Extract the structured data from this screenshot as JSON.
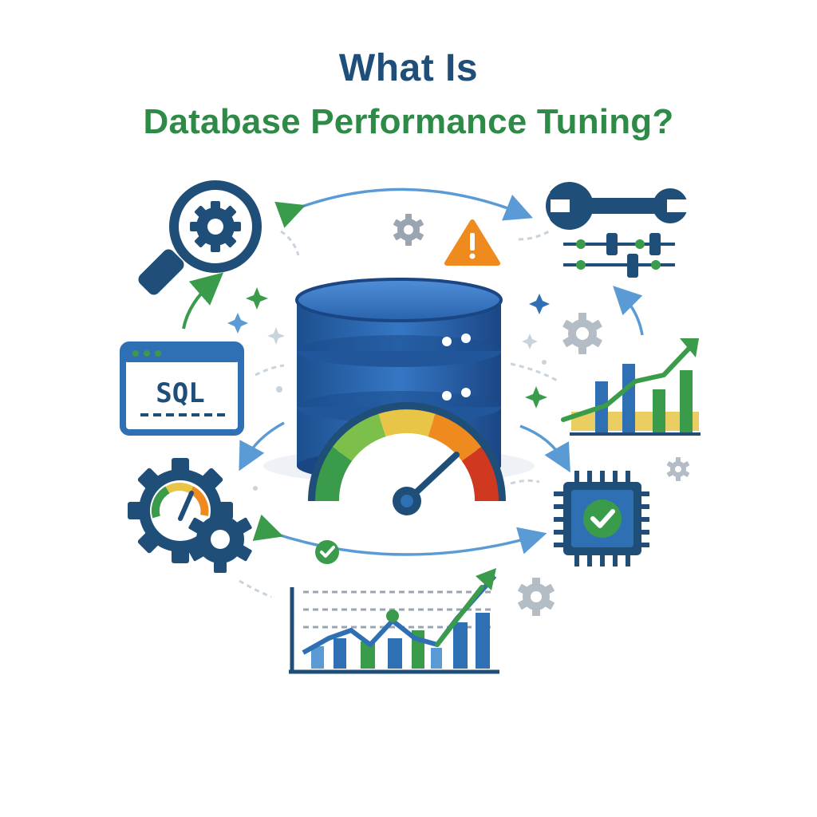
{
  "title": {
    "line1": "What Is",
    "line2": "Database Performance Tuning?"
  },
  "sql_window": {
    "label": "SQL"
  },
  "colors": {
    "navy": "#1f4e79",
    "blue": "#2f6fb3",
    "light_blue": "#5b9bd5",
    "green": "#3a9b4a",
    "yellow": "#e8c547",
    "orange": "#ef8a1e",
    "red": "#d0391f",
    "gray": "#9aa5b1"
  },
  "icons": [
    "magnifier-gear-icon",
    "sql-window-icon",
    "gear-speedometer-icon",
    "database-server-icon",
    "performance-gauge-icon",
    "wrench-icon",
    "sliders-icon",
    "bar-chart-trend-icon",
    "cpu-check-icon",
    "line-bar-chart-icon",
    "warning-icon",
    "check-badge-icon"
  ]
}
